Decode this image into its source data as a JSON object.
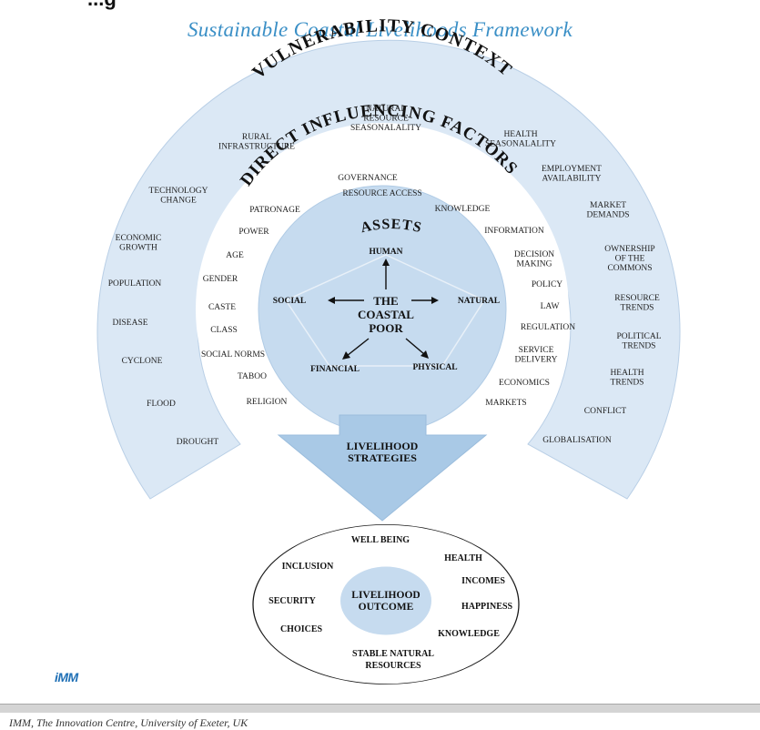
{
  "heading": "...g",
  "title": "Sustainable Coastal Livelihoods Framework",
  "vulnerability": {
    "heading": "VULNERABILITY CONTEXT",
    "items": [
      "NATURAL RESOURCE SEASONALALITY",
      "RURAL INFRASTRUCTURE",
      "HEALTH SEASONALALITY",
      "TECHNOLOGY CHANGE",
      "EMPLOYMENT AVAILABILITY",
      "MARKET DEMANDS",
      "ECONOMIC GROWTH",
      "OWNERSHIP OF THE COMMONS",
      "POPULATION",
      "RESOURCE TRENDS",
      "DISEASE",
      "POLITICAL TRENDS",
      "CYCLONE",
      "HEALTH TRENDS",
      "FLOOD",
      "CONFLICT",
      "DROUGHT",
      "GLOBALISATION"
    ]
  },
  "direct_factors": {
    "heading": "DIRECT INFLUENCING FACTORS",
    "items": [
      "GOVERNANCE",
      "RESOURCE ACCESS",
      "PATRONAGE",
      "KNOWLEDGE",
      "POWER",
      "INFORMATION",
      "AGE",
      "DECISION MAKING",
      "GENDER",
      "POLICY",
      "CASTE",
      "LAW",
      "CLASS",
      "REGULATION",
      "SOCIAL NORMS",
      "SERVICE DELIVERY",
      "TABOO",
      "ECONOMICS",
      "RELIGION",
      "MARKETS"
    ]
  },
  "assets": {
    "heading": "ASSETS",
    "center": "THE COASTAL POOR",
    "nodes": [
      "HUMAN",
      "SOCIAL",
      "NATURAL",
      "FINANCIAL",
      "PHYSICAL"
    ]
  },
  "strategies": "LIVELIHOOD STRATEGIES",
  "outcome": {
    "center": "LIVELIHOOD OUTCOME",
    "items": [
      "WELL BEING",
      "INCLUSION",
      "HEALTH",
      "INCOMES",
      "SECURITY",
      "HAPPINESS",
      "CHOICES",
      "KNOWLEDGE",
      "STABLE NATURAL RESOURCES"
    ]
  },
  "logo": "iMM",
  "footer": "IMM, The Innovation Centre, University of  Exeter, UK",
  "colors": {
    "title": "#3a8fc6",
    "ring": "#dbe8f5",
    "ring_edge": "#b9cfe6",
    "assets_fill": "#c6dbef",
    "arrow": "#a9c9e6",
    "logo": "#1e6fb5"
  }
}
